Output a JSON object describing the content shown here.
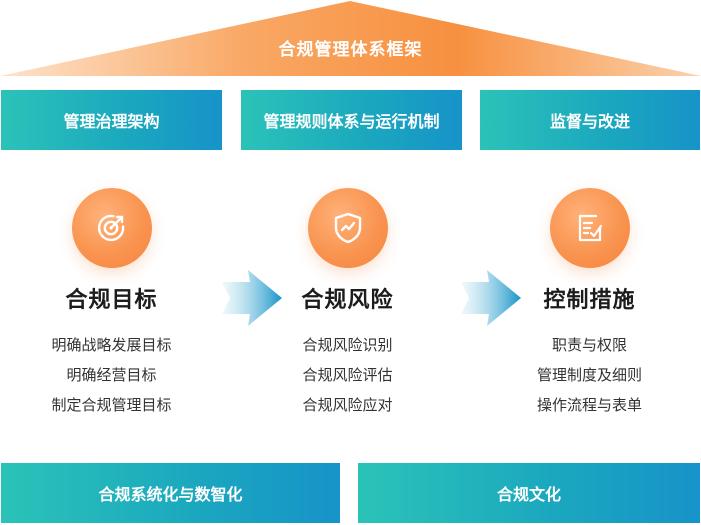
{
  "framework": {
    "title": "合规管理体系框架"
  },
  "pillars": [
    {
      "label": "管理治理架构"
    },
    {
      "label": "管理规则体系与运行机制"
    },
    {
      "label": "监督与改进"
    }
  ],
  "columns": [
    {
      "icon": "target-icon",
      "title": "合规目标",
      "items": [
        "明确战略发展目标",
        "明确经营目标",
        "制定合规管理目标"
      ]
    },
    {
      "icon": "shield-icon",
      "title": "合规风险",
      "items": [
        "合规风险识别",
        "合规风险评估",
        "合规风险应对"
      ]
    },
    {
      "icon": "document-check-icon",
      "title": "控制措施",
      "items": [
        "职责与权限",
        "管理制度及细则",
        "操作流程与表单"
      ]
    }
  ],
  "foundation": [
    {
      "label": "合规系统化与数智化"
    },
    {
      "label": "合规文化"
    }
  ],
  "colors": {
    "accent_orange": "#f7903f",
    "accent_teal": "#1aa6bf"
  }
}
